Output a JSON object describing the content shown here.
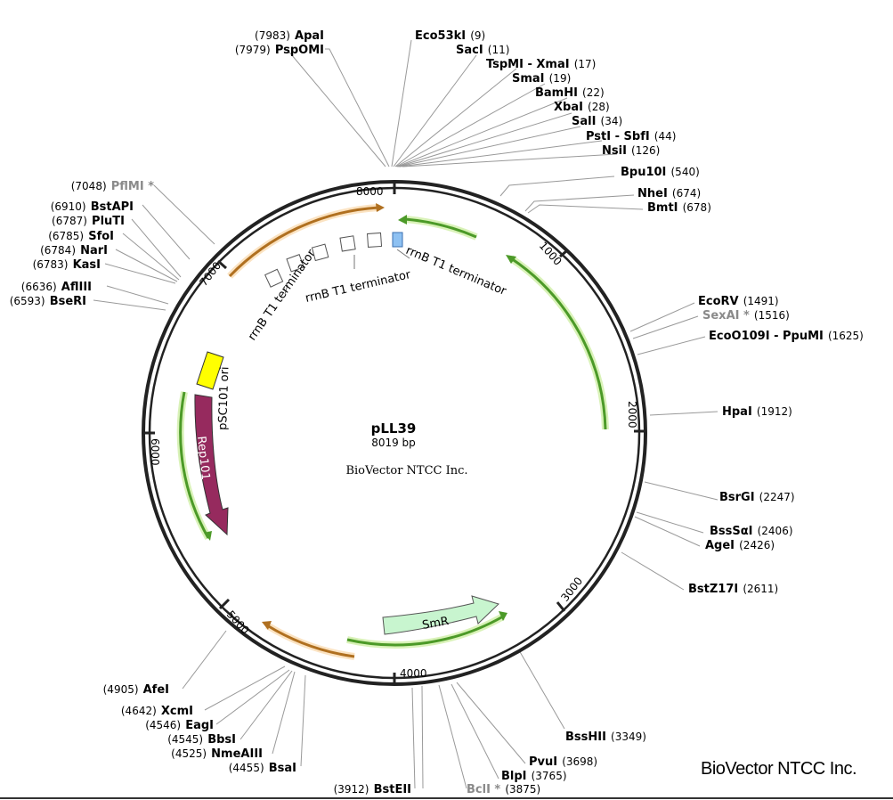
{
  "plasmid": {
    "name": "pLL39",
    "length_label": "8019 bp",
    "center_brand": "BioVector NTCC Inc."
  },
  "brand": "BioVector NTCC Inc.",
  "ticks": [
    "1000",
    "2000",
    "3000",
    "4000",
    "5000",
    "6000",
    "7000",
    "8000"
  ],
  "sites": [
    {
      "name": "ApaI",
      "pos": "(7983)",
      "grey": false
    },
    {
      "name": "PspOMI",
      "pos": "(7979)",
      "grey": false
    },
    {
      "name": "Eco53kI",
      "pos": "(9)",
      "grey": false
    },
    {
      "name": "SacI",
      "pos": "(11)",
      "grey": false
    },
    {
      "name": "TspMI - XmaI",
      "pos": "(17)",
      "grey": false
    },
    {
      "name": "SmaI",
      "pos": "(19)",
      "grey": false
    },
    {
      "name": "BamHI",
      "pos": "(22)",
      "grey": false
    },
    {
      "name": "XbaI",
      "pos": "(28)",
      "grey": false
    },
    {
      "name": "SalI",
      "pos": "(34)",
      "grey": false
    },
    {
      "name": "PstI - SbfI",
      "pos": "(44)",
      "grey": false
    },
    {
      "name": "NsiI",
      "pos": "(126)",
      "grey": false
    },
    {
      "name": "Bpu10I",
      "pos": "(540)",
      "grey": false
    },
    {
      "name": "NheI",
      "pos": "(674)",
      "grey": false
    },
    {
      "name": "BmtI",
      "pos": "(678)",
      "grey": false
    },
    {
      "name": "EcoRV",
      "pos": "(1491)",
      "grey": false
    },
    {
      "name": "SexAI *",
      "pos": "(1516)",
      "grey": true
    },
    {
      "name": "EcoO109I - PpuMI",
      "pos": "(1625)",
      "grey": false
    },
    {
      "name": "HpaI",
      "pos": "(1912)",
      "grey": false
    },
    {
      "name": "BsrGI",
      "pos": "(2247)",
      "grey": false
    },
    {
      "name": "BssSαI",
      "pos": "(2406)",
      "grey": false
    },
    {
      "name": "AgeI",
      "pos": "(2426)",
      "grey": false
    },
    {
      "name": "BstZ17I",
      "pos": "(2611)",
      "grey": false
    },
    {
      "name": "BssHII",
      "pos": "(3349)",
      "grey": false
    },
    {
      "name": "PvuI",
      "pos": "(3698)",
      "grey": false
    },
    {
      "name": "BlpI",
      "pos": "(3765)",
      "grey": false
    },
    {
      "name": "BclI *",
      "pos": "(3875)",
      "grey": true
    },
    {
      "name": "BstEII",
      "pos": "(3912)",
      "grey": false
    },
    {
      "name": "BsaI",
      "pos": "(4455)",
      "grey": false
    },
    {
      "name": "NmeAIII",
      "pos": "(4525)",
      "grey": false
    },
    {
      "name": "BbsI",
      "pos": "(4545)",
      "grey": false
    },
    {
      "name": "EagI",
      "pos": "(4546)",
      "grey": false
    },
    {
      "name": "XcmI",
      "pos": "(4642)",
      "grey": false
    },
    {
      "name": "AfeI",
      "pos": "(4905)",
      "grey": false
    },
    {
      "name": "BseRI",
      "pos": "(6593)",
      "grey": false
    },
    {
      "name": "AflIII",
      "pos": "(6636)",
      "grey": false
    },
    {
      "name": "KasI",
      "pos": "(6783)",
      "grey": false
    },
    {
      "name": "NarI",
      "pos": "(6784)",
      "grey": false
    },
    {
      "name": "SfoI",
      "pos": "(6785)",
      "grey": false
    },
    {
      "name": "PluTI",
      "pos": "(6787)",
      "grey": false
    },
    {
      "name": "BstAPI",
      "pos": "(6910)",
      "grey": false
    },
    {
      "name": "PflMI *",
      "pos": "(7048)",
      "grey": true
    }
  ],
  "features": {
    "terminator_1": "rrnB T1 terminator",
    "terminator_2": "rrnB T1 terminator",
    "terminator_3": "rrnB T1 terminator",
    "ori": "pSC101 ori",
    "rep": "Rep101",
    "smr": "SmR"
  },
  "colors": {
    "backbone": "#222222",
    "orange_arrow": "#e0a050",
    "green_arrow": "#5aa832",
    "green_glow": "#d9f2b8",
    "rep101": "#962a5e",
    "ori": "#ffff00",
    "smr_fill": "#c8f5cf",
    "terminator_blue": "#8ec1f2",
    "grey_label": "#8a8a8a"
  }
}
